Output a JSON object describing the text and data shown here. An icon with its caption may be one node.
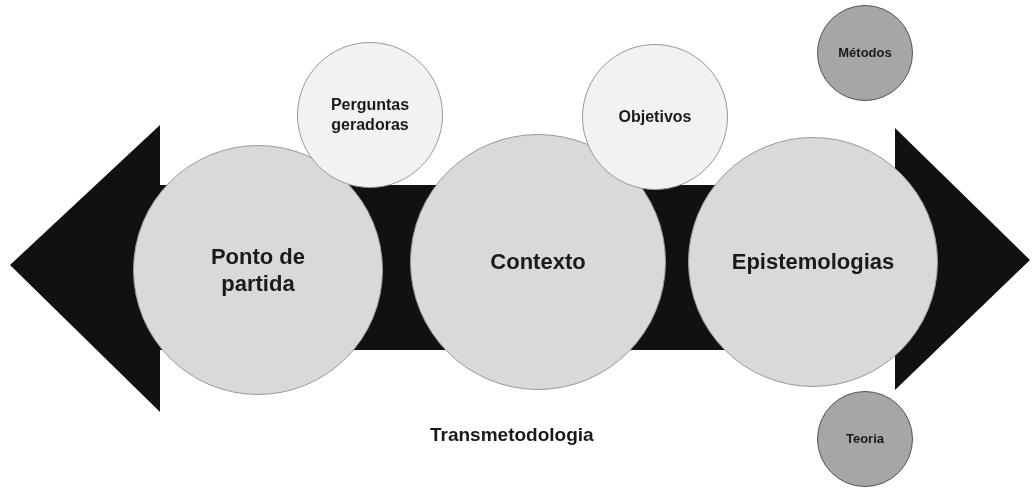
{
  "diagram": {
    "nodes": [
      {
        "text": [
          "Ponto de partida"
        ]
      },
      {
        "text": [
          "Perguntas geradoras"
        ]
      },
      {
        "text": [
          "Contexto"
        ]
      },
      {
        "text": [
          "Objetivos"
        ]
      },
      {
        "text": [
          "Epistemologias"
        ]
      },
      {
        "text": [
          "Métodos"
        ]
      },
      {
        "text": [
          "Teoria"
        ]
      }
    ],
    "labels": [
      "Transmetodologia"
    ]
  }
}
